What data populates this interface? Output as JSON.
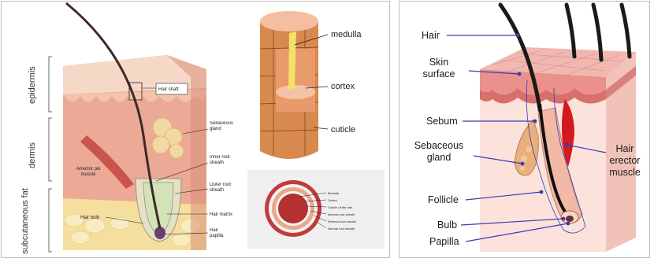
{
  "left": {
    "layers": {
      "epidermis": "epidermis",
      "dermis": "dermis",
      "subcutaneous_fat": "subcutaneous fat"
    },
    "labels": {
      "hair_shaft": "Hair shaft",
      "sebaceous_gland": "Sebaceous gland",
      "inner_root_sheath": "Inner root sheath",
      "arrector_pili_muscle": "Arrector pili muscle",
      "outer_root_sheath": "Outer root sheath",
      "hair_matrix": "Hair matrix",
      "hair_bulb": "Hair bulb",
      "hair_papilla": "Hair papilla"
    },
    "shaft_labels": {
      "medulla": "medulla",
      "cortex": "cortex",
      "cuticle": "cuticle"
    },
    "cross_section_labels": [
      "Medulla",
      "Cortex",
      "Cuticle of the hair",
      "Internal root sheath",
      "External root sheath",
      "Dermal root sheath"
    ]
  },
  "right": {
    "labels": {
      "hair": "Hair",
      "skin_surface": "Skin surface",
      "sebum": "Sebum",
      "sebaceous_gland": "Sebaceous gland",
      "follicle": "Follicle",
      "bulb": "Bulb",
      "papilla": "Papilla",
      "hair_erector_muscle": "Hair erector muscle"
    }
  },
  "colors": {
    "skin": "#f4c9b0",
    "dermis": "#eba792",
    "fat": "#f6e2a8",
    "muscle": "#c94a44",
    "gland": "#f2d18a",
    "hair": "#3b2a25",
    "label_line": "#3a3ab5"
  }
}
